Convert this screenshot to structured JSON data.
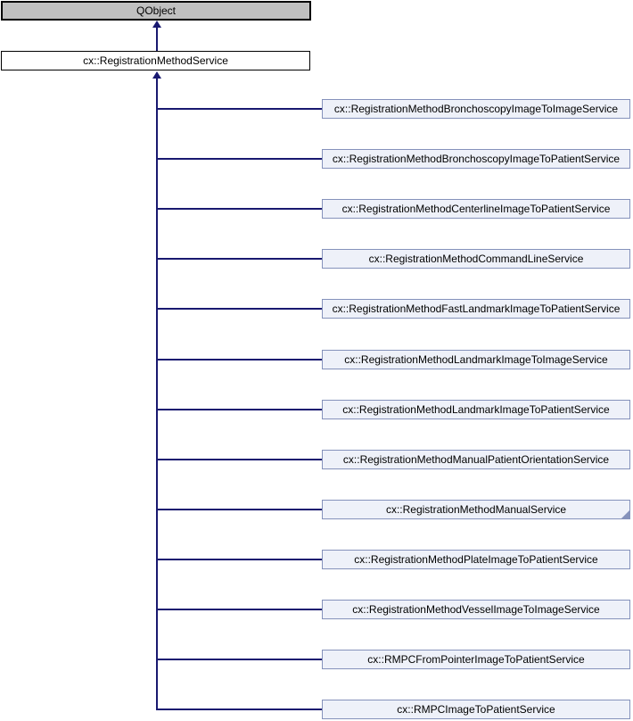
{
  "diagram": {
    "kind": "class-inheritance-graph",
    "root": {
      "label": "QObject"
    },
    "base": {
      "label": "cx::RegistrationMethodService"
    },
    "children": [
      {
        "label": "cx::RegistrationMethodBronchoscopyImageToImageService"
      },
      {
        "label": "cx::RegistrationMethodBronchoscopyImageToPatientService"
      },
      {
        "label": "cx::RegistrationMethodCenterlineImageToPatientService"
      },
      {
        "label": "cx::RegistrationMethodCommandLineService"
      },
      {
        "label": "cx::RegistrationMethodFastLandmarkImageToPatientService"
      },
      {
        "label": "cx::RegistrationMethodLandmarkImageToImageService"
      },
      {
        "label": "cx::RegistrationMethodLandmarkImageToPatientService"
      },
      {
        "label": "cx::RegistrationMethodManualPatientOrientationService"
      },
      {
        "label": "cx::RegistrationMethodManualService",
        "has_derived_marker": true
      },
      {
        "label": "cx::RegistrationMethodPlateImageToPatientService"
      },
      {
        "label": "cx::RegistrationMethodVesselImageToImageService"
      },
      {
        "label": "cx::RMPCFromPointerImageToPatientService"
      },
      {
        "label": "cx::RMPCImageToPatientService"
      }
    ],
    "colors": {
      "edge": "#191970",
      "root_fill": "#c0c0c0",
      "root_border": "#000000",
      "base_fill": "#ffffff",
      "base_border": "#000000",
      "child_fill": "#eef1f9",
      "child_border": "#8592bb",
      "text": "#000000"
    }
  }
}
